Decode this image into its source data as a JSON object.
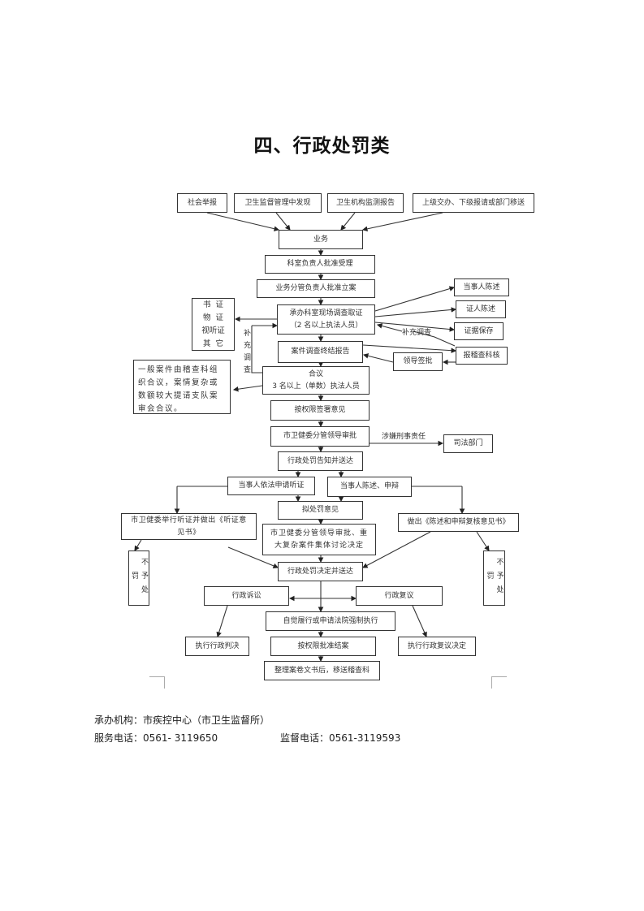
{
  "title": "四、行政处罚类",
  "sources": [
    "社会举报",
    "卫生监督管理中发现",
    "卫生机构监测报告",
    "上级交办、下级报请或部门移送"
  ],
  "main_flow": {
    "business": "业务",
    "dept_accept": "科室负责人批准受理",
    "approve_case": "业务分管负责人批准立案",
    "investigate": "承办科室现场调查取证\n（2 名以上执法人员）",
    "final_report": "案件调查终结报告",
    "meeting": "合议\n3 名以上（单数）执法人员",
    "sign_opinion": "按权限签署意见",
    "leader_approve": "市卫健委分管领导审批",
    "notify": "行政处罚告知并送达",
    "apply_hearing": "当事人依法申请听证",
    "statement_defense": "当事人陈述、申辩",
    "proposed_penalty": "拟处罚意见",
    "major_decision": "市卫健委分管领导审批、重大复杂案件集体讨论决定",
    "decision_deliver": "行政处罚决定并送达",
    "lawsuit": "行政诉讼",
    "reconsideration": "行政复议",
    "execute": "自觉履行或申请法院强制执行",
    "close_case": "按权限批准结案",
    "archive": "整理案卷文书后，移送稽查科"
  },
  "evidence": {
    "types": "书  证\n物  证\n视听证\n其  它",
    "party_statement": "当事人陈述",
    "witness_statement": "证人陈述",
    "evidence_preservation": "证据保存",
    "audit_review": "报稽查科核",
    "leader_sign": "领导签批",
    "supplement_label": "补充调查",
    "supplement_vertical": "补充调查"
  },
  "meeting_note": "一般案件由稽查科组织合议，案情复杂或数额较大提请支队案审会合议。",
  "criminal": {
    "label": "涉嫌刑事责任",
    "judicial": "司法部门"
  },
  "hearing_result": "市卫健委举行听证并做出《听证意见书》",
  "review_result": "做出《陈述和申辩复核意见书》",
  "no_penalty_left": "不予处罚",
  "no_penalty_right": "不予处罚",
  "exec_judgment": "执行行政判决",
  "exec_reconsideration": "执行行政复议决定",
  "footer": {
    "org_label": "承办机构：",
    "org_value": "市疾控中心（市卫生监督所）",
    "service_label": "服务电话：",
    "service_phone": "0561- 3119650",
    "supervise_label": "监督电话：",
    "supervise_phone": "0561-3119593"
  }
}
